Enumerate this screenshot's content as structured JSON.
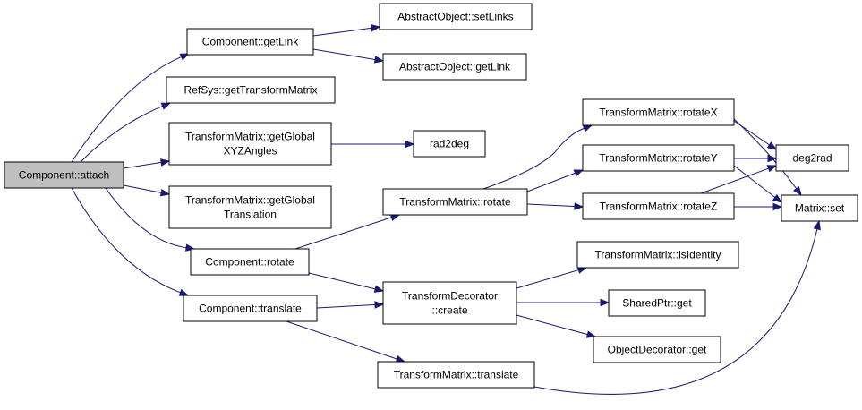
{
  "colors": {
    "edge": "#191970",
    "root_fill": "#bfbfbf",
    "node_fill": "#ffffff",
    "border": "#000000"
  },
  "nodes": {
    "attach": [
      "Component::attach"
    ],
    "getLink": [
      "Component::getLink"
    ],
    "setLinks": [
      "AbstractObject::setLinks"
    ],
    "aoGetLink": [
      "AbstractObject::getLink"
    ],
    "refsys": [
      "RefSys::getTransformMatrix"
    ],
    "xyz": [
      "TransformMatrix::getGlobal",
      "XYZAngles"
    ],
    "rad2deg": [
      "rad2deg"
    ],
    "gtrans": [
      "TransformMatrix::getGlobal",
      "Translation"
    ],
    "tmRotate": [
      "TransformMatrix::rotate"
    ],
    "rotX": [
      "TransformMatrix::rotateX"
    ],
    "rotY": [
      "TransformMatrix::rotateY"
    ],
    "rotZ": [
      "TransformMatrix::rotateZ"
    ],
    "deg2rad": [
      "deg2rad"
    ],
    "mset": [
      "Matrix::set"
    ],
    "cRotate": [
      "Component::rotate"
    ],
    "isIdentity": [
      "TransformMatrix::isIdentity"
    ],
    "tdCreate": [
      "TransformDecorator",
      "::create"
    ],
    "spGet": [
      "SharedPtr::get"
    ],
    "cTranslate": [
      "Component::translate"
    ],
    "odGet": [
      "ObjectDecorator::get"
    ],
    "tmTranslate": [
      "TransformMatrix::translate"
    ]
  }
}
